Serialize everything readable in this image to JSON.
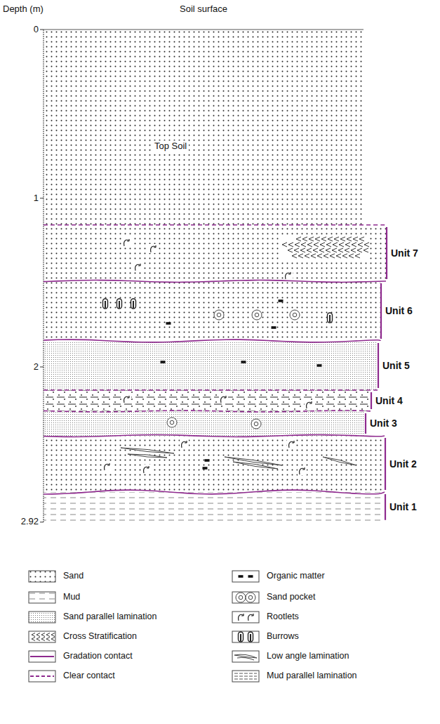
{
  "diagram": {
    "nodes": [
      {
        "text": [
          "Top Soil"
        ]
      },
      {
        "text": [
          "Unit 7"
        ]
      },
      {
        "text": [
          "Unit 6"
        ]
      },
      {
        "text": [
          "Unit 5"
        ]
      },
      {
        "text": [
          "Unit 4"
        ]
      },
      {
        "text": [
          "Unit 3"
        ]
      },
      {
        "text": [
          "Unit 2"
        ]
      },
      {
        "text": [
          "Unit 1"
        ]
      }
    ],
    "labels": [
      "Depth (m)",
      "Soil surface",
      "0",
      "1",
      "2",
      "2.92"
    ],
    "legend": [
      {
        "text": "Sand"
      },
      {
        "text": "Mud"
      },
      {
        "text": "Sand parallel lamination"
      },
      {
        "text": "Cross Stratification"
      },
      {
        "text": "Gradation contact"
      },
      {
        "text": "Clear contact"
      },
      {
        "text": "Organic matter"
      },
      {
        "text": "Sand pocket"
      },
      {
        "text": "Rootlets"
      },
      {
        "text": "Burrows"
      },
      {
        "text": "Low angle lamination"
      },
      {
        "text": "Mud parallel lamination"
      }
    ]
  }
}
